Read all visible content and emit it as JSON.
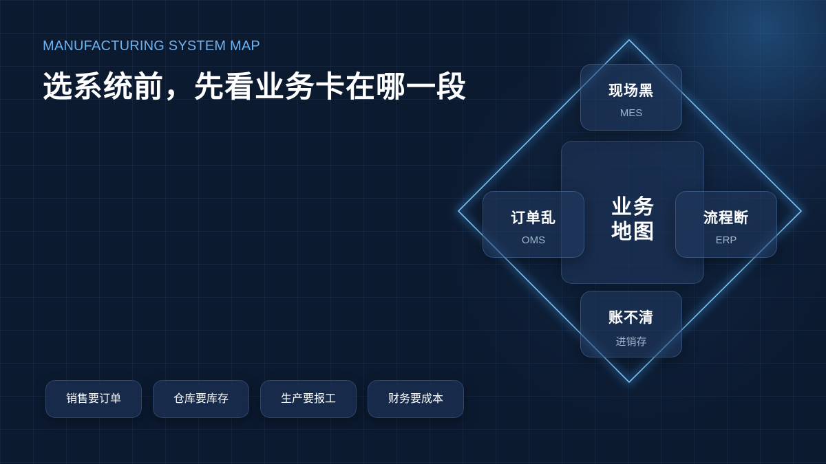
{
  "header": {
    "eyebrow": "MANUFACTURING SYSTEM MAP",
    "title": "选系统前，先看业务卡在哪一段"
  },
  "diagram": {
    "center": {
      "line1": "业务",
      "line2": "地图"
    },
    "nodes": {
      "top": {
        "title": "现场黑",
        "system": "MES"
      },
      "left": {
        "title": "订单乱",
        "system": "OMS"
      },
      "right": {
        "title": "流程断",
        "system": "ERP"
      },
      "bottom": {
        "title": "账不清",
        "system": "进销存"
      }
    },
    "line_color": "#7fc4f2"
  },
  "needs": [
    "销售要订单",
    "仓库要库存",
    "生产要报工",
    "财务要成本"
  ],
  "colors": {
    "background": "#0c1a30",
    "accent": "#6fb2f0",
    "text": "#ffffff",
    "subtext": "#9fb4cc"
  }
}
